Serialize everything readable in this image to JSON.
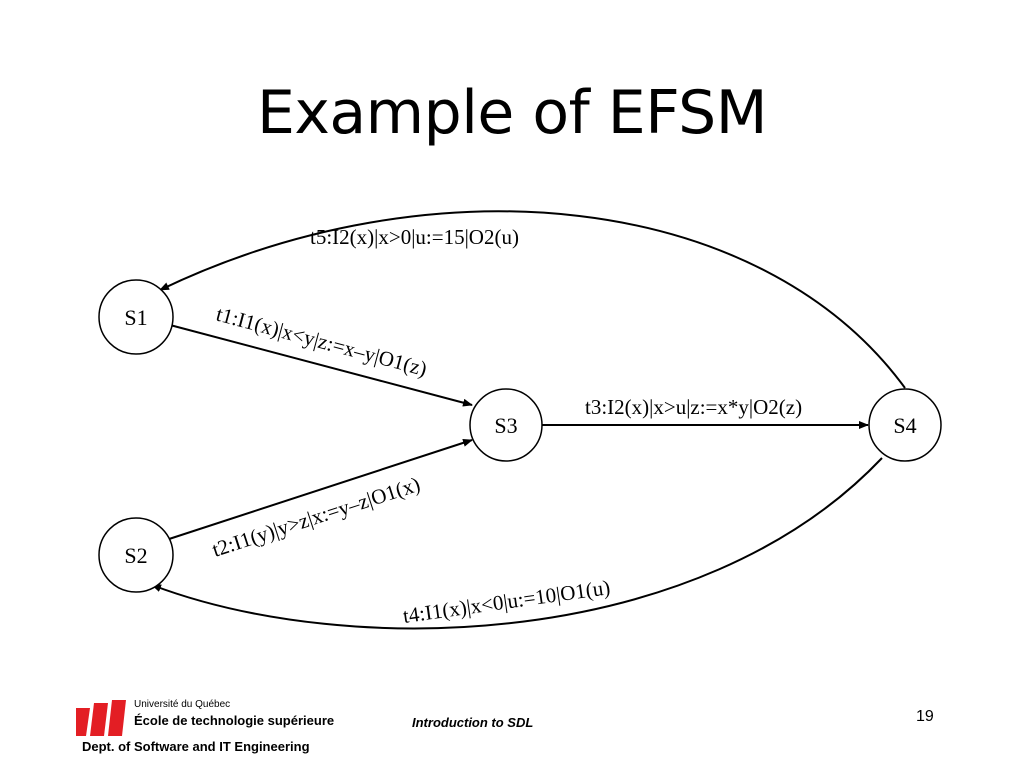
{
  "slide": {
    "title": "Example of EFSM",
    "page_number": "19"
  },
  "diagram": {
    "states": [
      {
        "id": "S1",
        "label": "S1"
      },
      {
        "id": "S2",
        "label": "S2"
      },
      {
        "id": "S3",
        "label": "S3"
      },
      {
        "id": "S4",
        "label": "S4"
      }
    ],
    "transitions": [
      {
        "id": "t1",
        "from": "S1",
        "to": "S3",
        "label": "t1:I1(x)|x<y|z:=x–y|O1(z)"
      },
      {
        "id": "t2",
        "from": "S2",
        "to": "S3",
        "label": "t2:I1(y)|y>z|x:=y–z|O1(x)"
      },
      {
        "id": "t3",
        "from": "S3",
        "to": "S4",
        "label": "t3:I2(x)|x>u|z:=x*y|O2(z)"
      },
      {
        "id": "t4",
        "from": "S4",
        "to": "S2",
        "label": "t4:I1(x)|x<0|u:=10|O1(u)"
      },
      {
        "id": "t5",
        "from": "S4",
        "to": "S1",
        "label": "t5:I2(x)|x>0|u:=15|O2(u)"
      }
    ]
  },
  "footer": {
    "university": "Université du Québec",
    "school": "École de technologie supérieure",
    "department": "Dept. of Software and IT Engineering",
    "course": "Introduction to SDL",
    "logo_color": "#e31e24"
  }
}
